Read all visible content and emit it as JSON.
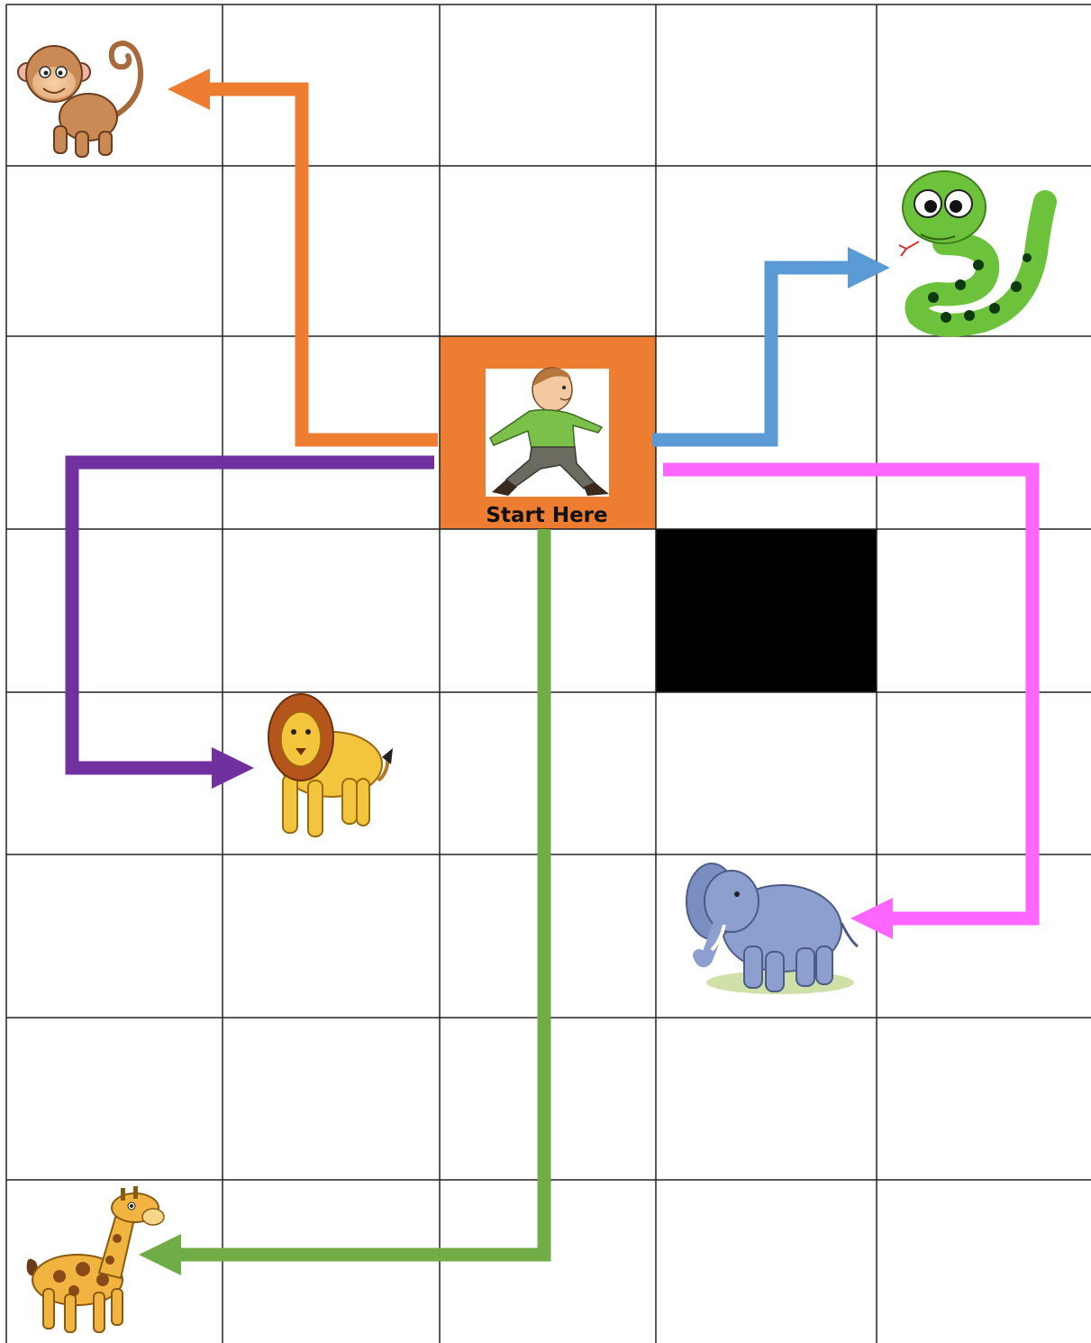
{
  "diagram": {
    "start": {
      "label": "Start Here",
      "cell_color": "#ED7D31",
      "figure": "walking-man-icon"
    },
    "blocked_cell_color": "#000000",
    "grid_line_color": "#222222",
    "paths": [
      {
        "name": "path-to-monkey",
        "color": "#ED7D31",
        "target": "monkey-icon"
      },
      {
        "name": "path-to-snake",
        "color": "#5B9BD5",
        "target": "snake-icon"
      },
      {
        "name": "path-to-lion",
        "color": "#7030A0",
        "target": "lion-icon"
      },
      {
        "name": "path-to-elephant",
        "color": "#FF66FF",
        "target": "elephant-icon"
      },
      {
        "name": "path-to-giraffe",
        "color": "#70AD47",
        "target": "giraffe-icon"
      }
    ],
    "animals": [
      "monkey-icon",
      "snake-icon",
      "lion-icon",
      "elephant-icon",
      "giraffe-icon"
    ]
  }
}
